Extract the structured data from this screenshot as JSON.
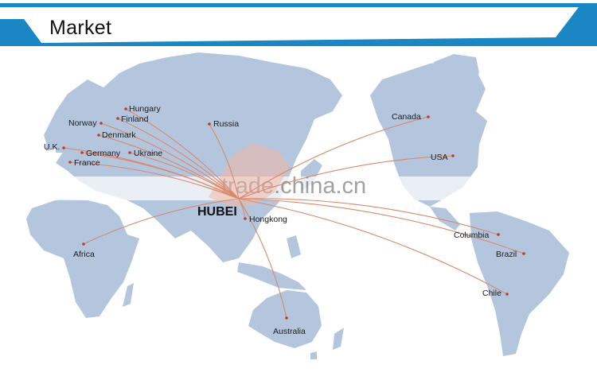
{
  "header": {
    "title": "Market"
  },
  "map": {
    "hub": "HUBEI",
    "watermark": "trade.china.cn",
    "colors": {
      "land": "#b4c6de",
      "route": "#d9896a",
      "dot": "#c0392b",
      "header_blue": "#1a86c4"
    },
    "destinations": [
      "Hungary",
      "Finland",
      "Norway",
      "Denmark",
      "U.K.",
      "Germany",
      "Ukraine",
      "France",
      "Russia",
      "Canada",
      "USA",
      "Hongkong",
      "Africa",
      "Columbia",
      "Brazil",
      "Chile",
      "Australia"
    ]
  }
}
